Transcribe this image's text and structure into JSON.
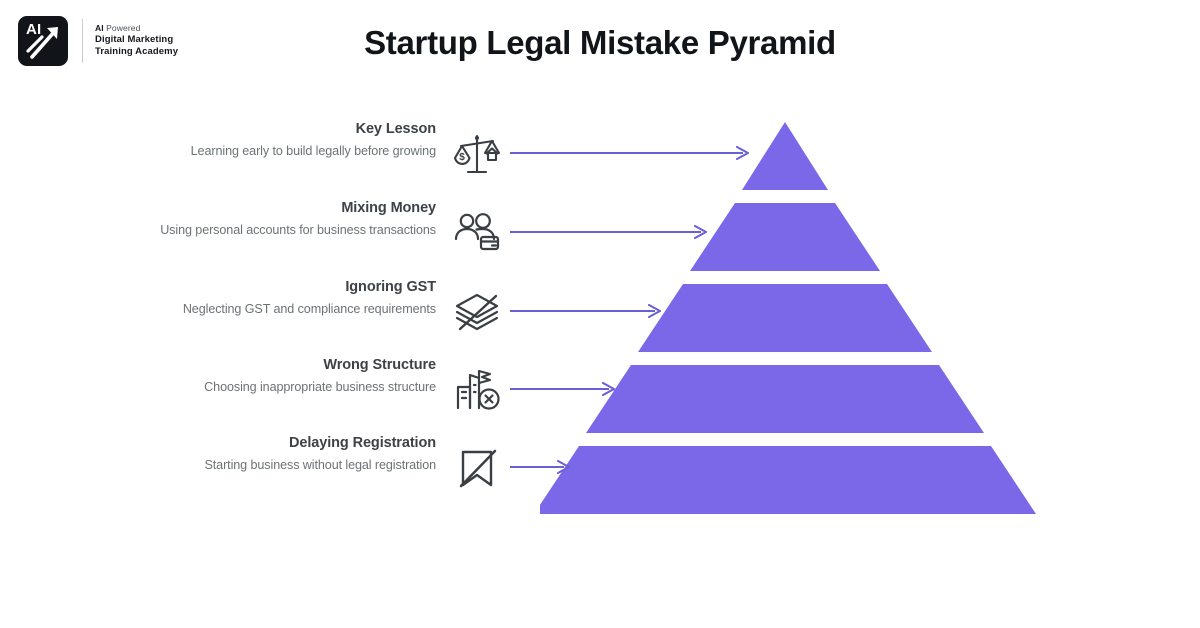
{
  "brand": {
    "mark_text": "AI",
    "mark_icon": "upward-arrow-icon",
    "line1_bold": "AI",
    "line1_rest": " Powered",
    "line2": "Digital Marketing",
    "line3": "Training Academy"
  },
  "header": {
    "title": "Startup Legal Mistake Pyramid"
  },
  "colors": {
    "pyramid_purple": "#7B68E8",
    "arrow_purple": "#6B5FD6",
    "title_text": "#111418",
    "row_title_text": "#3D4246",
    "row_desc_text": "#6D7275",
    "icon_stroke": "#3A3F44",
    "logo_bg": "#111418",
    "background": "#FFFFFF"
  },
  "rows": [
    {
      "title": "Key Lesson",
      "desc": "Learning early to build legally before growing",
      "icon": "scales-balance-money-house-icon",
      "arrow_length": 240
    },
    {
      "title": "Mixing Money",
      "desc": "Using personal accounts for business transactions",
      "icon": "two-people-credit-card-icon",
      "arrow_length": 198
    },
    {
      "title": "Ignoring GST",
      "desc": "Neglecting GST and compliance requirements",
      "icon": "paper-stack-slashed-icon",
      "arrow_length": 152
    },
    {
      "title": "Wrong Structure",
      "desc": "Choosing inappropriate business structure",
      "icon": "building-x-circle-icon",
      "arrow_length": 108
    },
    {
      "title": "Delaying Registration",
      "desc": "Starting business without legal registration",
      "icon": "bookmark-slashed-icon",
      "arrow_length": 62
    }
  ],
  "chart_data": {
    "type": "pyramid",
    "title": "Startup Legal Mistake Pyramid",
    "orientation": "apex-top",
    "levels": [
      {
        "rank": 1,
        "position": "top",
        "label": "Key Lesson",
        "description": "Learning early to build legally before growing",
        "width_ratio": 0.17
      },
      {
        "rank": 2,
        "position": "upper-middle",
        "label": "Mixing Money",
        "description": "Using personal accounts for business transactions",
        "width_ratio": 0.38
      },
      {
        "rank": 3,
        "position": "middle",
        "label": "Ignoring GST",
        "description": "Neglecting GST and compliance requirements",
        "width_ratio": 0.59
      },
      {
        "rank": 4,
        "position": "lower-middle",
        "label": "Wrong Structure",
        "description": "Choosing inappropriate business structure",
        "width_ratio": 0.8
      },
      {
        "rank": 5,
        "position": "bottom",
        "label": "Delaying Registration",
        "description": "Starting business without legal registration",
        "width_ratio": 1.0
      }
    ],
    "legend": [],
    "xlabel": "",
    "ylabel": ""
  }
}
